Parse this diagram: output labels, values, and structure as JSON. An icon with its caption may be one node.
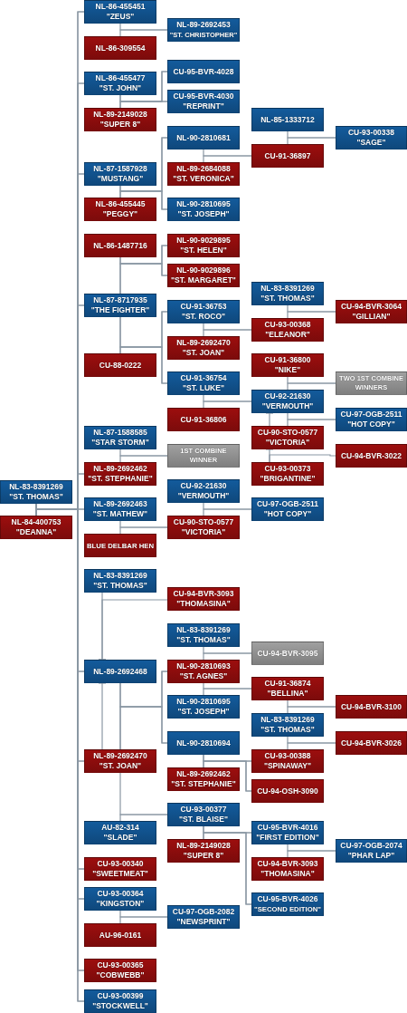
{
  "diagram": {
    "nodes": [
      {
        "text": [
          "NL-86-455451",
          "\"ZEUS\""
        ]
      },
      {
        "text": [
          "NL-89-2692453",
          "\"ST. CHRISTOPHER\""
        ]
      },
      {
        "text": [
          "NL-86-309554"
        ]
      },
      {
        "text": [
          "CU-95-BVR-4028"
        ]
      },
      {
        "text": [
          "NL-86-455477",
          "\"ST. JOHN\""
        ]
      },
      {
        "text": [
          "CU-95-BVR-4030",
          "\"REPRINT\""
        ]
      },
      {
        "text": [
          "NL-89-2149028",
          "\"SUPER 8\""
        ]
      },
      {
        "text": [
          "NL-85-1333712"
        ]
      },
      {
        "text": [
          "NL-90-2810681"
        ]
      },
      {
        "text": [
          "CU-93-00338",
          "\"SAGE\""
        ]
      },
      {
        "text": [
          "CU-91-36897"
        ]
      },
      {
        "text": [
          "NL-87-1587928",
          "\"MUSTANG\""
        ]
      },
      {
        "text": [
          "NL-89-2684088",
          "\"ST. VERONICA\""
        ]
      },
      {
        "text": [
          "NL-86-455445",
          "\"PEGGY\""
        ]
      },
      {
        "text": [
          "NL-90-2810695",
          "\"ST. JOSEPH\""
        ]
      },
      {
        "text": [
          "NL-86-1487716"
        ]
      },
      {
        "text": [
          "NL-90-9029895",
          "\"ST. HELEN\""
        ]
      },
      {
        "text": [
          "NL-90-9029896",
          "\"ST. MARGARET\""
        ]
      },
      {
        "text": [
          "NL-83-8391269",
          "\"ST. THOMAS\""
        ]
      },
      {
        "text": [
          "NL-87-8717935",
          "\"THE FIGHTER\""
        ]
      },
      {
        "text": [
          "CU-91-36753",
          "\"ST. ROCO\""
        ]
      },
      {
        "text": [
          "CU-94-BVR-3064",
          "\"GILLIAN\""
        ]
      },
      {
        "text": [
          "CU-93-00368",
          "\"ELEANOR\""
        ]
      },
      {
        "text": [
          "NL-89-2692470",
          "\"ST. JOAN\""
        ]
      },
      {
        "text": [
          "CU-88-0222"
        ]
      },
      {
        "text": [
          "CU-91-36800",
          "\"NIKE\""
        ]
      },
      {
        "text": [
          "CU-91-36754",
          "\"ST. LUKE\""
        ]
      },
      {
        "text": [
          "TWO 1ST COMBINE WINNERS"
        ]
      },
      {
        "text": [
          "CU-92-21630",
          "\"VERMOUTH\""
        ]
      },
      {
        "text": [
          "CU-91-36806"
        ]
      },
      {
        "text": [
          "CU-97-OGB-2511",
          "\"HOT COPY\""
        ]
      },
      {
        "text": [
          "NL-87-1588585",
          "\"STAR STORM\""
        ]
      },
      {
        "text": [
          "CU-90-STO-0577",
          "\"VICTORIA\""
        ]
      },
      {
        "text": [
          "1ST COMBINE WINNER"
        ]
      },
      {
        "text": [
          "CU-94-BVR-3022"
        ]
      },
      {
        "text": [
          "NL-89-2692462",
          "\"ST. STEPHANIE\""
        ]
      },
      {
        "text": [
          "CU-93-00373",
          "\"BRIGANTINE\""
        ]
      },
      {
        "text": [
          "NL-83-8391269",
          "\"ST. THOMAS\""
        ]
      },
      {
        "text": [
          "CU-92-21630",
          "\"VERMOUTH\""
        ]
      },
      {
        "text": [
          "NL-89-2692463",
          "\"ST. MATHEW\""
        ]
      },
      {
        "text": [
          "CU-97-OGB-2511",
          "\"HOT COPY\""
        ]
      },
      {
        "text": [
          "NL-84-400753",
          "\"DEANNA\""
        ]
      },
      {
        "text": [
          "CU-90-STO-0577",
          "\"VICTORIA\""
        ]
      },
      {
        "text": [
          "BLUE DELBAR HEN"
        ]
      },
      {
        "text": [
          "NL-83-8391269",
          "\"ST. THOMAS\""
        ]
      },
      {
        "text": [
          "CU-94-BVR-3093",
          "\"THOMASINA\""
        ]
      },
      {
        "text": [
          "NL-83-8391269",
          "\"ST. THOMAS\""
        ]
      },
      {
        "text": [
          "CU-94-BVR-3095"
        ]
      },
      {
        "text": [
          "NL-89-2692468"
        ]
      },
      {
        "text": [
          "NL-90-2810693",
          "\"ST. AGNES\""
        ]
      },
      {
        "text": [
          "CU-91-36874",
          "\"BELLINA\""
        ]
      },
      {
        "text": [
          "NL-90-2810695",
          "\"ST. JOSEPH\""
        ]
      },
      {
        "text": [
          "CU-94-BVR-3100"
        ]
      },
      {
        "text": [
          "NL-83-8391269",
          "\"ST. THOMAS\""
        ]
      },
      {
        "text": [
          "NL-90-2810694"
        ]
      },
      {
        "text": [
          "CU-94-BVR-3026"
        ]
      },
      {
        "text": [
          "NL-89-2692470",
          "\"ST. JOAN\""
        ]
      },
      {
        "text": [
          "CU-93-00388",
          "\"SPINAWAY\""
        ]
      },
      {
        "text": [
          "NL-89-2692462",
          "\"ST. STEPHANIE\""
        ]
      },
      {
        "text": [
          "CU-94-OSH-3090"
        ]
      },
      {
        "text": [
          "CU-93-00377",
          "\"ST. BLAISE\""
        ]
      },
      {
        "text": [
          "AU-82-314",
          "\"SLADE\""
        ]
      },
      {
        "text": [
          "CU-95-BVR-4016",
          "\"FIRST EDITION\""
        ]
      },
      {
        "text": [
          "NL-89-2149028",
          "\"SUPER 8\""
        ]
      },
      {
        "text": [
          "CU-97-OGB-2074",
          "\"PHAR LAP\""
        ]
      },
      {
        "text": [
          "CU-93-00340",
          "\"SWEETMEAT\""
        ]
      },
      {
        "text": [
          "CU-94-BVR-3093",
          "\"THOMASINA\""
        ]
      },
      {
        "text": [
          "CU-93-00364",
          "\"KINGSTON\""
        ]
      },
      {
        "text": [
          "CU-95-BVR-4026",
          "\"SECOND EDITION\""
        ]
      },
      {
        "text": [
          "CU-97-OGB-2082",
          "\"NEWSPRINT\""
        ]
      },
      {
        "text": [
          "AU-96-0161"
        ]
      },
      {
        "text": [
          "CU-93-00365",
          "\"COBWEBB\""
        ]
      },
      {
        "text": [
          "CU-93-00399",
          "\"STOCKWELL\""
        ]
      }
    ],
    "edges": [
      {
        "from": 37,
        "to": 0,
        "arrow": "none"
      },
      {
        "from": 41,
        "to": 0,
        "arrow": "none"
      },
      {
        "from": 37,
        "to": 4,
        "arrow": "none"
      },
      {
        "from": 41,
        "to": 4,
        "arrow": "none"
      },
      {
        "from": 37,
        "to": 11,
        "arrow": "none"
      },
      {
        "from": 41,
        "to": 11,
        "arrow": "none"
      },
      {
        "from": 37,
        "to": 19,
        "arrow": "none"
      },
      {
        "from": 41,
        "to": 19,
        "arrow": "none"
      },
      {
        "from": 37,
        "to": 35,
        "arrow": "none"
      },
      {
        "from": 41,
        "to": 35,
        "arrow": "none"
      },
      {
        "from": 37,
        "to": 39,
        "arrow": "none"
      },
      {
        "from": 41,
        "to": 39,
        "arrow": "none"
      },
      {
        "from": 37,
        "to": 48,
        "arrow": "none"
      },
      {
        "from": 41,
        "to": 48,
        "arrow": "none"
      },
      {
        "from": 37,
        "to": 56,
        "arrow": "none"
      },
      {
        "from": 41,
        "to": 56,
        "arrow": "none"
      },
      {
        "from": 37,
        "to": 65,
        "arrow": "none"
      },
      {
        "from": 41,
        "to": 65,
        "arrow": "none"
      },
      {
        "from": 37,
        "to": 67,
        "arrow": "none"
      },
      {
        "from": 41,
        "to": 67,
        "arrow": "none"
      },
      {
        "from": 37,
        "to": 71,
        "arrow": "none"
      },
      {
        "from": 41,
        "to": 71,
        "arrow": "none"
      },
      {
        "from": 37,
        "to": 72,
        "arrow": "none"
      },
      {
        "from": 41,
        "to": 72,
        "arrow": "none"
      },
      {
        "from": 0,
        "to": 1,
        "arrow": "none"
      },
      {
        "from": 2,
        "to": 1,
        "arrow": "none"
      },
      {
        "from": 4,
        "to": 3,
        "arrow": "none"
      },
      {
        "from": 6,
        "to": 3,
        "arrow": "none"
      },
      {
        "from": 4,
        "to": 5,
        "arrow": "none"
      },
      {
        "from": 6,
        "to": 5,
        "arrow": "none"
      },
      {
        "from": 8,
        "to": 10,
        "arrow": "none"
      },
      {
        "from": 12,
        "to": 10,
        "arrow": "none"
      },
      {
        "from": 7,
        "to": 9,
        "arrow": "none"
      },
      {
        "from": 10,
        "to": 9,
        "arrow": "none"
      },
      {
        "from": 11,
        "to": 8,
        "arrow": "none"
      },
      {
        "from": 13,
        "to": 8,
        "arrow": "none"
      },
      {
        "from": 11,
        "to": 14,
        "arrow": "none"
      },
      {
        "from": 13,
        "to": 14,
        "arrow": "none"
      },
      {
        "from": 15,
        "to": 16,
        "arrow": "none"
      },
      {
        "from": 19,
        "to": 16,
        "arrow": "none"
      },
      {
        "from": 15,
        "to": 17,
        "arrow": "none"
      },
      {
        "from": 19,
        "to": 17,
        "arrow": "none"
      },
      {
        "from": 19,
        "to": 20,
        "arrow": "none"
      },
      {
        "from": 24,
        "to": 20,
        "arrow": "none"
      },
      {
        "from": 19,
        "to": 26,
        "arrow": "none"
      },
      {
        "from": 24,
        "to": 26,
        "arrow": "none"
      },
      {
        "from": 20,
        "to": 22,
        "arrow": "none"
      },
      {
        "from": 23,
        "to": 22,
        "arrow": "none"
      },
      {
        "from": 18,
        "to": 21,
        "arrow": "none"
      },
      {
        "from": 22,
        "to": 21,
        "arrow": "none"
      },
      {
        "from": 26,
        "to": 28,
        "arrow": "none"
      },
      {
        "from": 29,
        "to": 28,
        "arrow": "none"
      },
      {
        "from": 25,
        "to": 27,
        "arrow": "none"
      },
      {
        "from": 28,
        "to": 27,
        "arrow": "none"
      },
      {
        "from": 28,
        "to": 30,
        "arrow": "none"
      },
      {
        "from": 32,
        "to": 30,
        "arrow": "none"
      },
      {
        "from": 32,
        "to": 28,
        "arrow": "other"
      },
      {
        "from": 36,
        "to": 34,
        "arrow": "none"
      },
      {
        "from": 36,
        "to": 32,
        "arrow": "other"
      },
      {
        "from": 31,
        "to": 33,
        "arrow": "none"
      },
      {
        "from": 35,
        "to": 33,
        "arrow": "none"
      },
      {
        "from": 38,
        "to": 40,
        "arrow": "none"
      },
      {
        "from": 42,
        "to": 40,
        "arrow": "none"
      },
      {
        "from": 39,
        "to": 42,
        "arrow": "none"
      },
      {
        "from": 43,
        "to": 42,
        "arrow": "none"
      },
      {
        "from": 44,
        "to": 48,
        "arrow": "other"
      },
      {
        "from": 45,
        "to": 48,
        "arrow": "other"
      },
      {
        "from": 56,
        "to": 48,
        "arrow": "other"
      },
      {
        "from": 46,
        "to": 47,
        "arrow": "none"
      },
      {
        "from": 49,
        "to": 47,
        "arrow": "none"
      },
      {
        "from": 48,
        "to": 49,
        "arrow": "none"
      },
      {
        "from": 56,
        "to": 49,
        "arrow": "none"
      },
      {
        "from": 48,
        "to": 54,
        "arrow": "none"
      },
      {
        "from": 56,
        "to": 54,
        "arrow": "none"
      },
      {
        "from": 49,
        "to": 50,
        "arrow": "none"
      },
      {
        "from": 51,
        "to": 50,
        "arrow": "none"
      },
      {
        "from": 50,
        "to": 52,
        "arrow": "none"
      },
      {
        "from": 53,
        "to": 52,
        "arrow": "none"
      },
      {
        "from": 53,
        "to": 55,
        "arrow": "none"
      },
      {
        "from": 57,
        "to": 55,
        "arrow": "none"
      },
      {
        "from": 54,
        "to": 57,
        "arrow": "none"
      },
      {
        "from": 58,
        "to": 57,
        "arrow": "none"
      },
      {
        "from": 54,
        "to": 59,
        "arrow": "none"
      },
      {
        "from": 58,
        "to": 59,
        "arrow": "none"
      },
      {
        "from": 56,
        "to": 60,
        "arrow": "none"
      },
      {
        "from": 61,
        "to": 60,
        "arrow": "none"
      },
      {
        "from": 60,
        "to": 62,
        "arrow": "none"
      },
      {
        "from": 63,
        "to": 62,
        "arrow": "none"
      },
      {
        "from": 60,
        "to": 68,
        "arrow": "none"
      },
      {
        "from": 63,
        "to": 68,
        "arrow": "none"
      },
      {
        "from": 62,
        "to": 64,
        "arrow": "none"
      },
      {
        "from": 66,
        "to": 64,
        "arrow": "none"
      },
      {
        "from": 67,
        "to": 69,
        "arrow": "none"
      },
      {
        "from": 70,
        "to": 69,
        "arrow": "none"
      }
    ]
  }
}
